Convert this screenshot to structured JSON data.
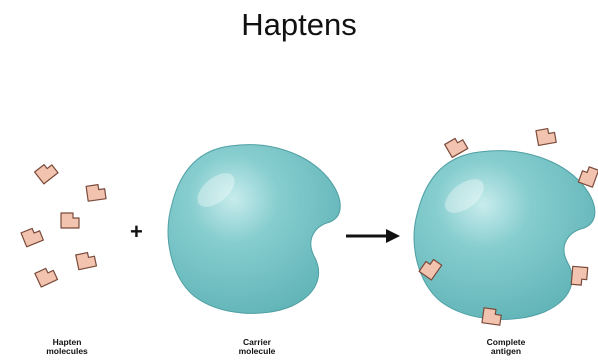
{
  "title": "Haptens",
  "plus_symbol": "+",
  "labels": {
    "hapten": [
      "Hapten",
      "molecules"
    ],
    "carrier": [
      "Carrier",
      "molecule"
    ],
    "complete": [
      "Complete",
      "antigen"
    ]
  },
  "colors": {
    "carrier_fill": "#7cc4c6",
    "carrier_edge": "#4f9fa3",
    "hapten_fill": "#f2c3ae",
    "hapten_edge": "#7a4a3a",
    "arrow": "#111111"
  }
}
